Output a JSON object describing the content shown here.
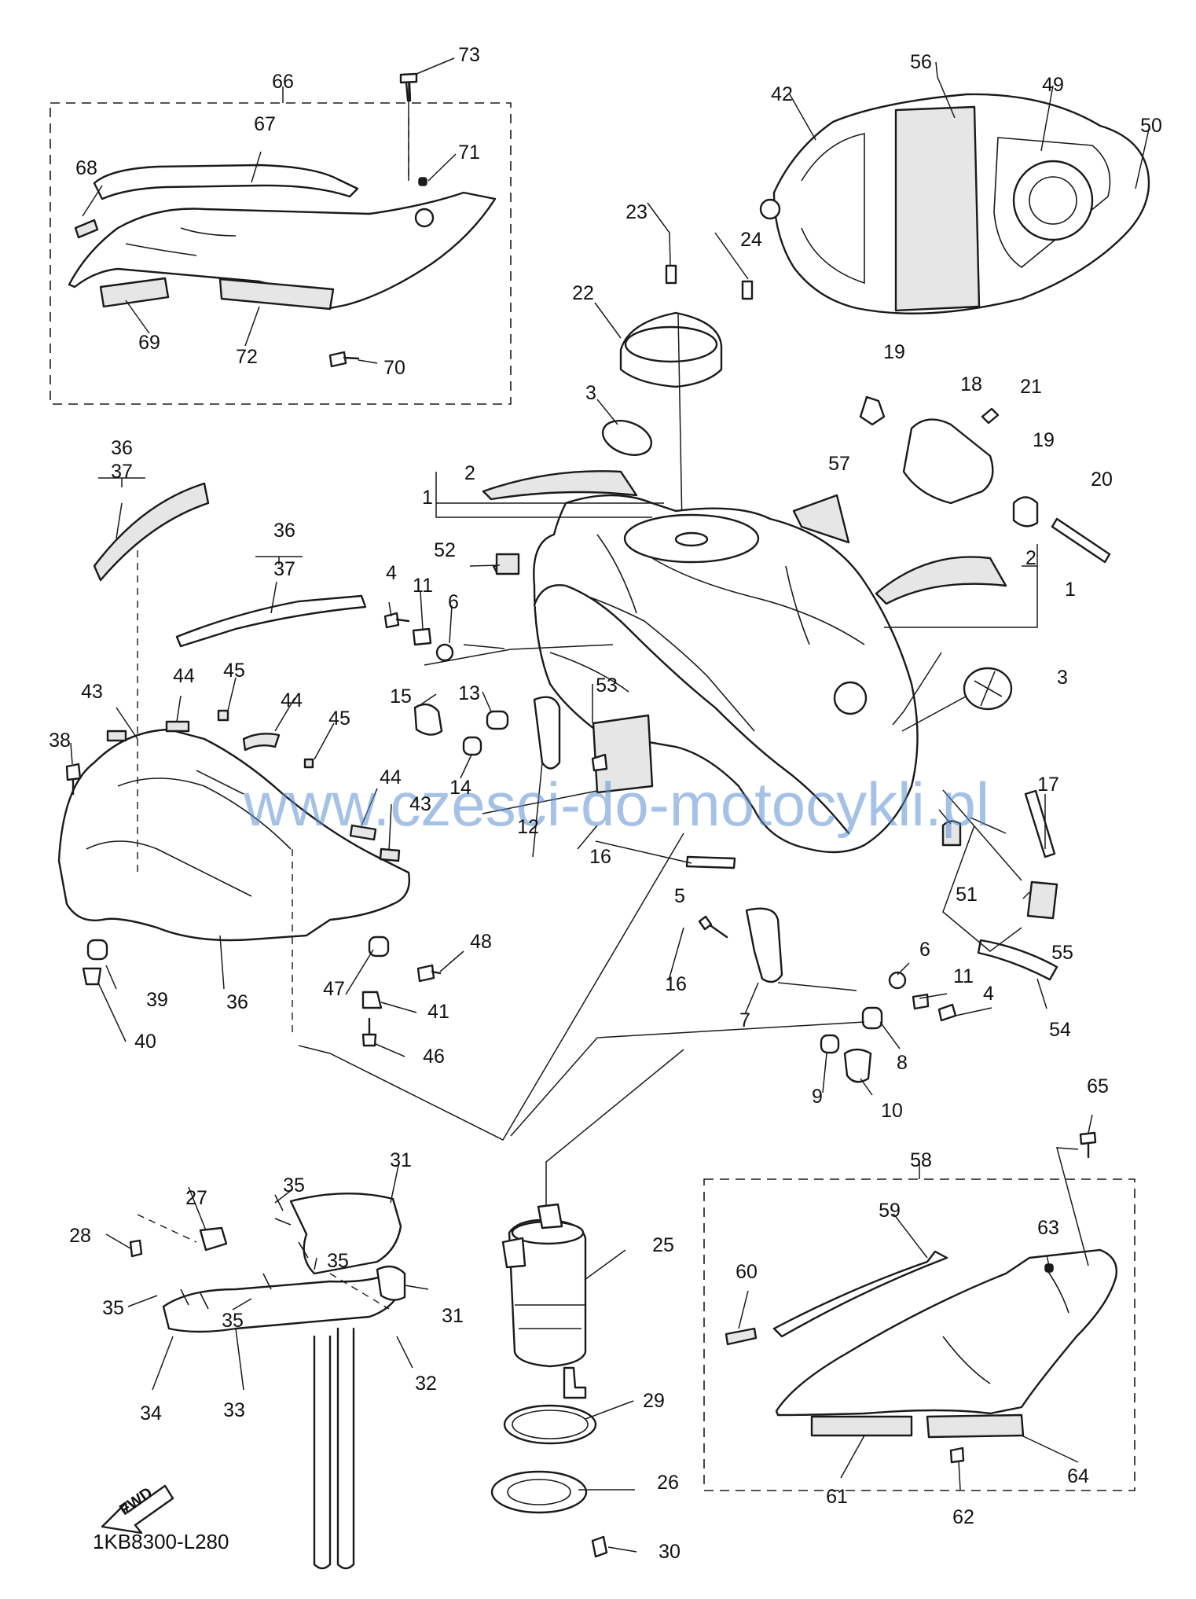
{
  "diagram_code": "1KB8300-L280",
  "watermark": "www.czesci-do-motocykli.pl",
  "fwd_label": "FWD",
  "colors": {
    "line": "#1a1a1a",
    "watermark": "#5b8fd1",
    "background": "#ffffff"
  },
  "callouts": [
    {
      "id": "c73",
      "text": "73"
    },
    {
      "id": "c66",
      "text": "66"
    },
    {
      "id": "c67",
      "text": "67"
    },
    {
      "id": "c71",
      "text": "71"
    },
    {
      "id": "c68",
      "text": "68"
    },
    {
      "id": "c69",
      "text": "69"
    },
    {
      "id": "c72",
      "text": "72"
    },
    {
      "id": "c70",
      "text": "70"
    },
    {
      "id": "c56",
      "text": "56"
    },
    {
      "id": "c42",
      "text": "42"
    },
    {
      "id": "c49",
      "text": "49"
    },
    {
      "id": "c50",
      "text": "50"
    },
    {
      "id": "c23",
      "text": "23"
    },
    {
      "id": "c24",
      "text": "24"
    },
    {
      "id": "c22",
      "text": "22"
    },
    {
      "id": "c19a",
      "text": "19"
    },
    {
      "id": "c18",
      "text": "18"
    },
    {
      "id": "c21",
      "text": "21"
    },
    {
      "id": "c19b",
      "text": "19"
    },
    {
      "id": "c3a",
      "text": "3"
    },
    {
      "id": "c20",
      "text": "20"
    },
    {
      "id": "c57",
      "text": "57"
    },
    {
      "id": "c2a",
      "text": "2"
    },
    {
      "id": "c1a",
      "text": "1"
    },
    {
      "id": "c2b",
      "text": "2"
    },
    {
      "id": "c1b",
      "text": "1"
    },
    {
      "id": "c36a",
      "text": "36"
    },
    {
      "id": "c37a",
      "text": "37"
    },
    {
      "id": "c36b",
      "text": "36"
    },
    {
      "id": "c37b",
      "text": "37"
    },
    {
      "id": "c52",
      "text": "52"
    },
    {
      "id": "c4a",
      "text": "4"
    },
    {
      "id": "c11a",
      "text": "11"
    },
    {
      "id": "c6a",
      "text": "6"
    },
    {
      "id": "c3b",
      "text": "3"
    },
    {
      "id": "c43a",
      "text": "43"
    },
    {
      "id": "c44a",
      "text": "44"
    },
    {
      "id": "c45a",
      "text": "45"
    },
    {
      "id": "c44b",
      "text": "44"
    },
    {
      "id": "c45b",
      "text": "45"
    },
    {
      "id": "c15",
      "text": "15"
    },
    {
      "id": "c13",
      "text": "13"
    },
    {
      "id": "c53",
      "text": "53"
    },
    {
      "id": "c38",
      "text": "38"
    },
    {
      "id": "c14",
      "text": "14"
    },
    {
      "id": "c12",
      "text": "12"
    },
    {
      "id": "c16a",
      "text": "16"
    },
    {
      "id": "c17",
      "text": "17"
    },
    {
      "id": "c44c",
      "text": "44"
    },
    {
      "id": "c43b",
      "text": "43"
    },
    {
      "id": "c5",
      "text": "5"
    },
    {
      "id": "c51",
      "text": "51"
    },
    {
      "id": "c55",
      "text": "55"
    },
    {
      "id": "c48",
      "text": "48"
    },
    {
      "id": "c16b",
      "text": "16"
    },
    {
      "id": "c6b",
      "text": "6"
    },
    {
      "id": "c11b",
      "text": "11"
    },
    {
      "id": "c4b",
      "text": "4"
    },
    {
      "id": "c47",
      "text": "47"
    },
    {
      "id": "c39",
      "text": "39"
    },
    {
      "id": "c36c",
      "text": "36"
    },
    {
      "id": "c41",
      "text": "41"
    },
    {
      "id": "c7",
      "text": "7"
    },
    {
      "id": "c54",
      "text": "54"
    },
    {
      "id": "c40",
      "text": "40"
    },
    {
      "id": "c46",
      "text": "46"
    },
    {
      "id": "c8",
      "text": "8"
    },
    {
      "id": "c9",
      "text": "9"
    },
    {
      "id": "c10",
      "text": "10"
    },
    {
      "id": "c65",
      "text": "65"
    },
    {
      "id": "c58",
      "text": "58"
    },
    {
      "id": "c31a",
      "text": "31"
    },
    {
      "id": "c35a",
      "text": "35"
    },
    {
      "id": "c27",
      "text": "27"
    },
    {
      "id": "c28",
      "text": "28"
    },
    {
      "id": "c35b",
      "text": "35"
    },
    {
      "id": "c25",
      "text": "25"
    },
    {
      "id": "c59",
      "text": "59"
    },
    {
      "id": "c63",
      "text": "63"
    },
    {
      "id": "c35c",
      "text": "35"
    },
    {
      "id": "c31b",
      "text": "31"
    },
    {
      "id": "c35d",
      "text": "35"
    },
    {
      "id": "c60",
      "text": "60"
    },
    {
      "id": "c32",
      "text": "32"
    },
    {
      "id": "c29",
      "text": "29"
    },
    {
      "id": "c34",
      "text": "34"
    },
    {
      "id": "c33",
      "text": "33"
    },
    {
      "id": "c26",
      "text": "26"
    },
    {
      "id": "c64",
      "text": "64"
    },
    {
      "id": "c61",
      "text": "61"
    },
    {
      "id": "c62",
      "text": "62"
    },
    {
      "id": "c30",
      "text": "30"
    }
  ]
}
